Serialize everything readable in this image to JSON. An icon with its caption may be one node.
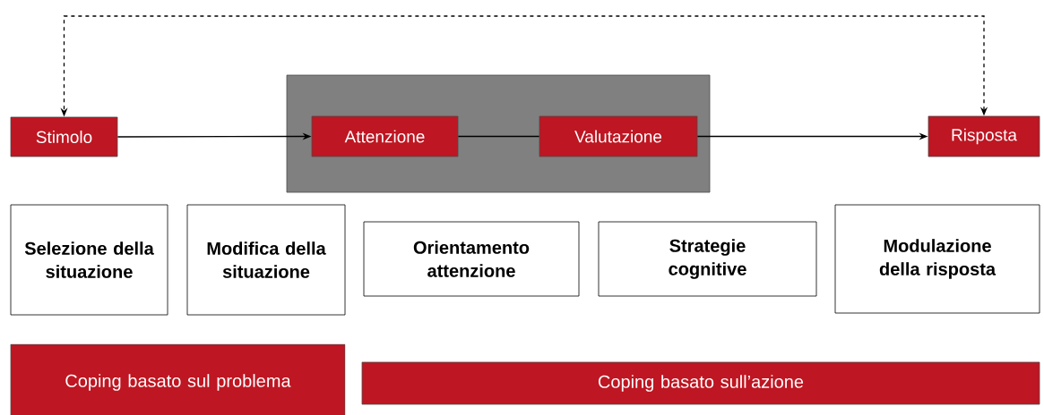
{
  "diagram": {
    "nodes": [
      {
        "text": [],
        "shape": "box"
      },
      {
        "text": [
          "Stimolo"
        ]
      },
      {
        "text": [
          "Attenzione"
        ],
        "in": 0
      },
      {
        "text": [
          "Valutazione"
        ],
        "in": 0
      },
      {
        "text": [
          "Risposta"
        ]
      },
      {
        "text": [
          "Selezione della situazione"
        ]
      },
      {
        "text": [
          "Modifica della situazione"
        ]
      },
      {
        "text": [
          "Orientamento attenzione"
        ]
      },
      {
        "text": [
          "Strategie cognitive"
        ]
      },
      {
        "text": [
          "Modulazione della risposta"
        ]
      },
      {
        "text": [
          "Coping basato sul problema"
        ]
      },
      {
        "text": [
          "Coping basato sull’azione"
        ]
      }
    ],
    "edges": [
      {
        "from": 1,
        "to": 2,
        "arrow": "to"
      },
      {
        "from": 2,
        "to": 3,
        "arrow": "none"
      },
      {
        "from": 3,
        "to": 4,
        "arrow": "to"
      },
      {
        "from": 4,
        "to": 1,
        "arrow": "both",
        "style": "dashed"
      }
    ]
  }
}
